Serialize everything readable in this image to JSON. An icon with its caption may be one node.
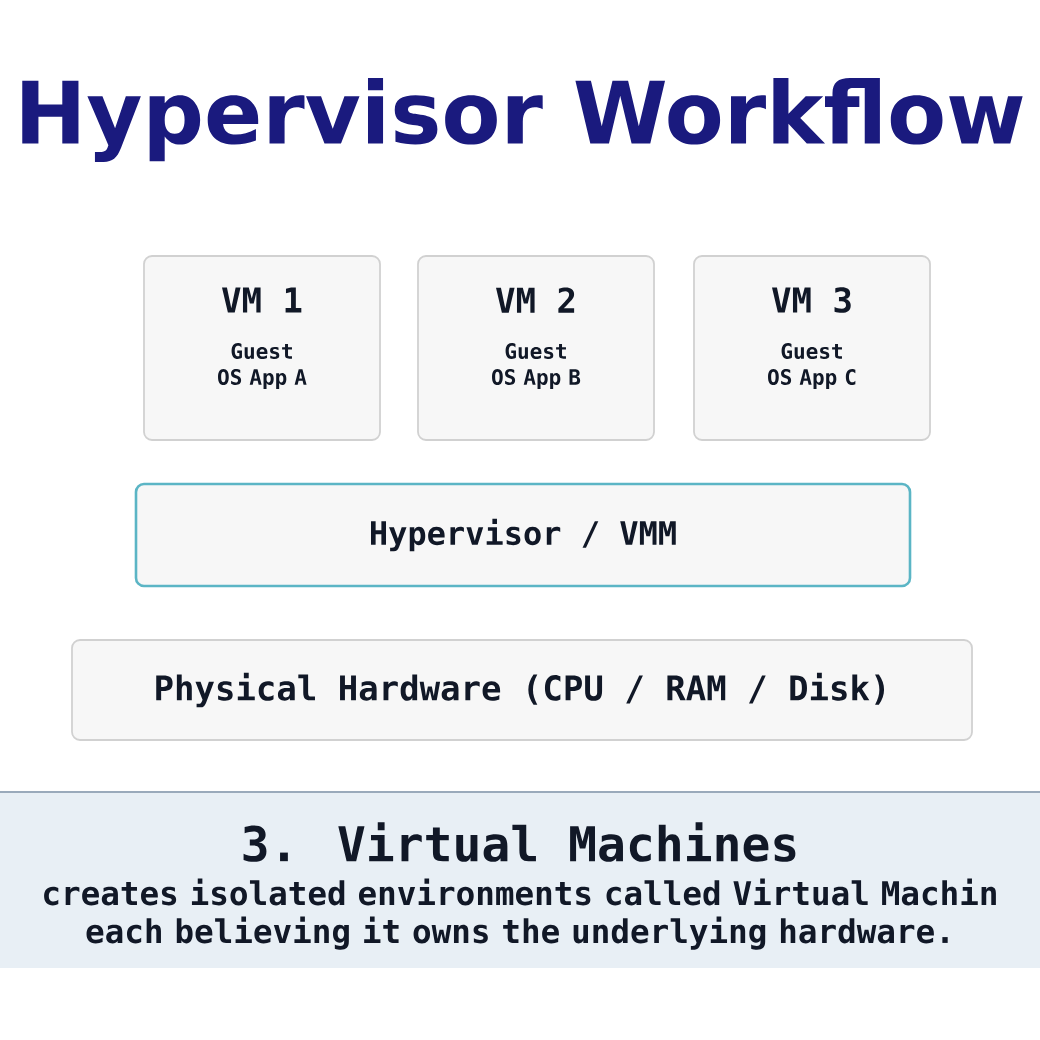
{
  "diagram": {
    "title": "Hypervisor Workflow",
    "nodes": [
      {
        "text": [
          "VM 1",
          "Guest OS App A"
        ]
      },
      {
        "text": [
          "VM 2",
          "Guest OS App B"
        ]
      },
      {
        "text": [
          "VM 3",
          "Guest OS App C"
        ]
      },
      {
        "text": [
          "Hypervisor / VMM"
        ]
      },
      {
        "text": [
          "Physical Hardware (CPU / RAM / Disk)"
        ]
      },
      {
        "text": [
          "3. Virtual Machines",
          "creates isolated environments called Virtual Machin each believing it owns the underlying hardware."
        ]
      }
    ]
  }
}
